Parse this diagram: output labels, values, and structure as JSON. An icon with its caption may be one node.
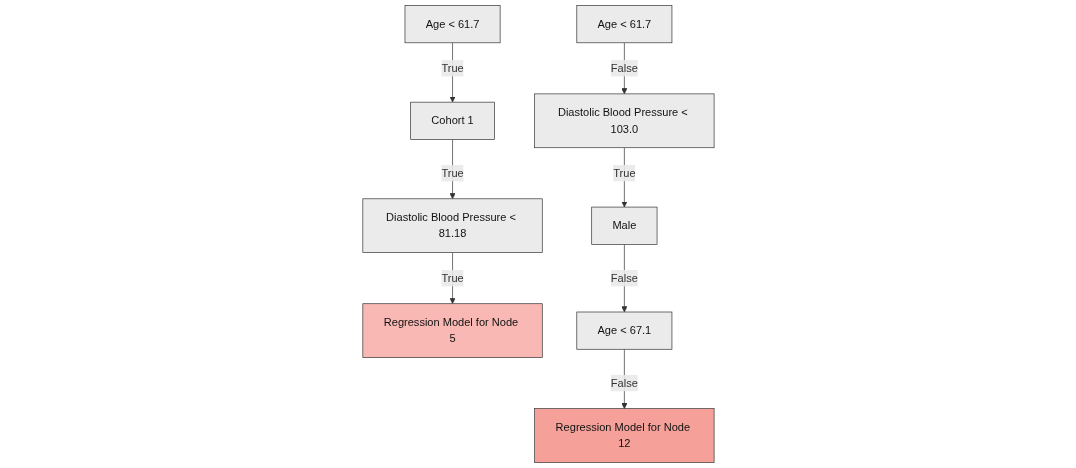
{
  "diagram": {
    "nodes": [
      {
        "text": [
          "Age < 61.7"
        ]
      },
      {
        "text": [
          "Cohort 1"
        ]
      },
      {
        "text": [
          "Diastolic Blood Pressure < 81.18"
        ]
      },
      {
        "text": [
          "Regression Model for Node 5"
        ]
      },
      {
        "text": [
          "Age < 61.7"
        ]
      },
      {
        "text": [
          "Diastolic Blood Pressure < 103.0"
        ]
      },
      {
        "text": [
          "Male"
        ]
      },
      {
        "text": [
          "Age < 67.1"
        ]
      },
      {
        "text": [
          "Regression Model for Node 12"
        ]
      }
    ],
    "edges": [
      {
        "from": 0,
        "to": 1,
        "arrow": "to",
        "label": "True"
      },
      {
        "from": 1,
        "to": 2,
        "arrow": "to",
        "label": "True"
      },
      {
        "from": 2,
        "to": 3,
        "arrow": "to",
        "label": "True"
      },
      {
        "from": 4,
        "to": 5,
        "arrow": "to",
        "label": "False"
      },
      {
        "from": 5,
        "to": 6,
        "arrow": "to",
        "label": "True"
      },
      {
        "from": 6,
        "to": 7,
        "arrow": "to",
        "label": "False"
      },
      {
        "from": 7,
        "to": 8,
        "arrow": "to",
        "label": "False"
      }
    ]
  }
}
